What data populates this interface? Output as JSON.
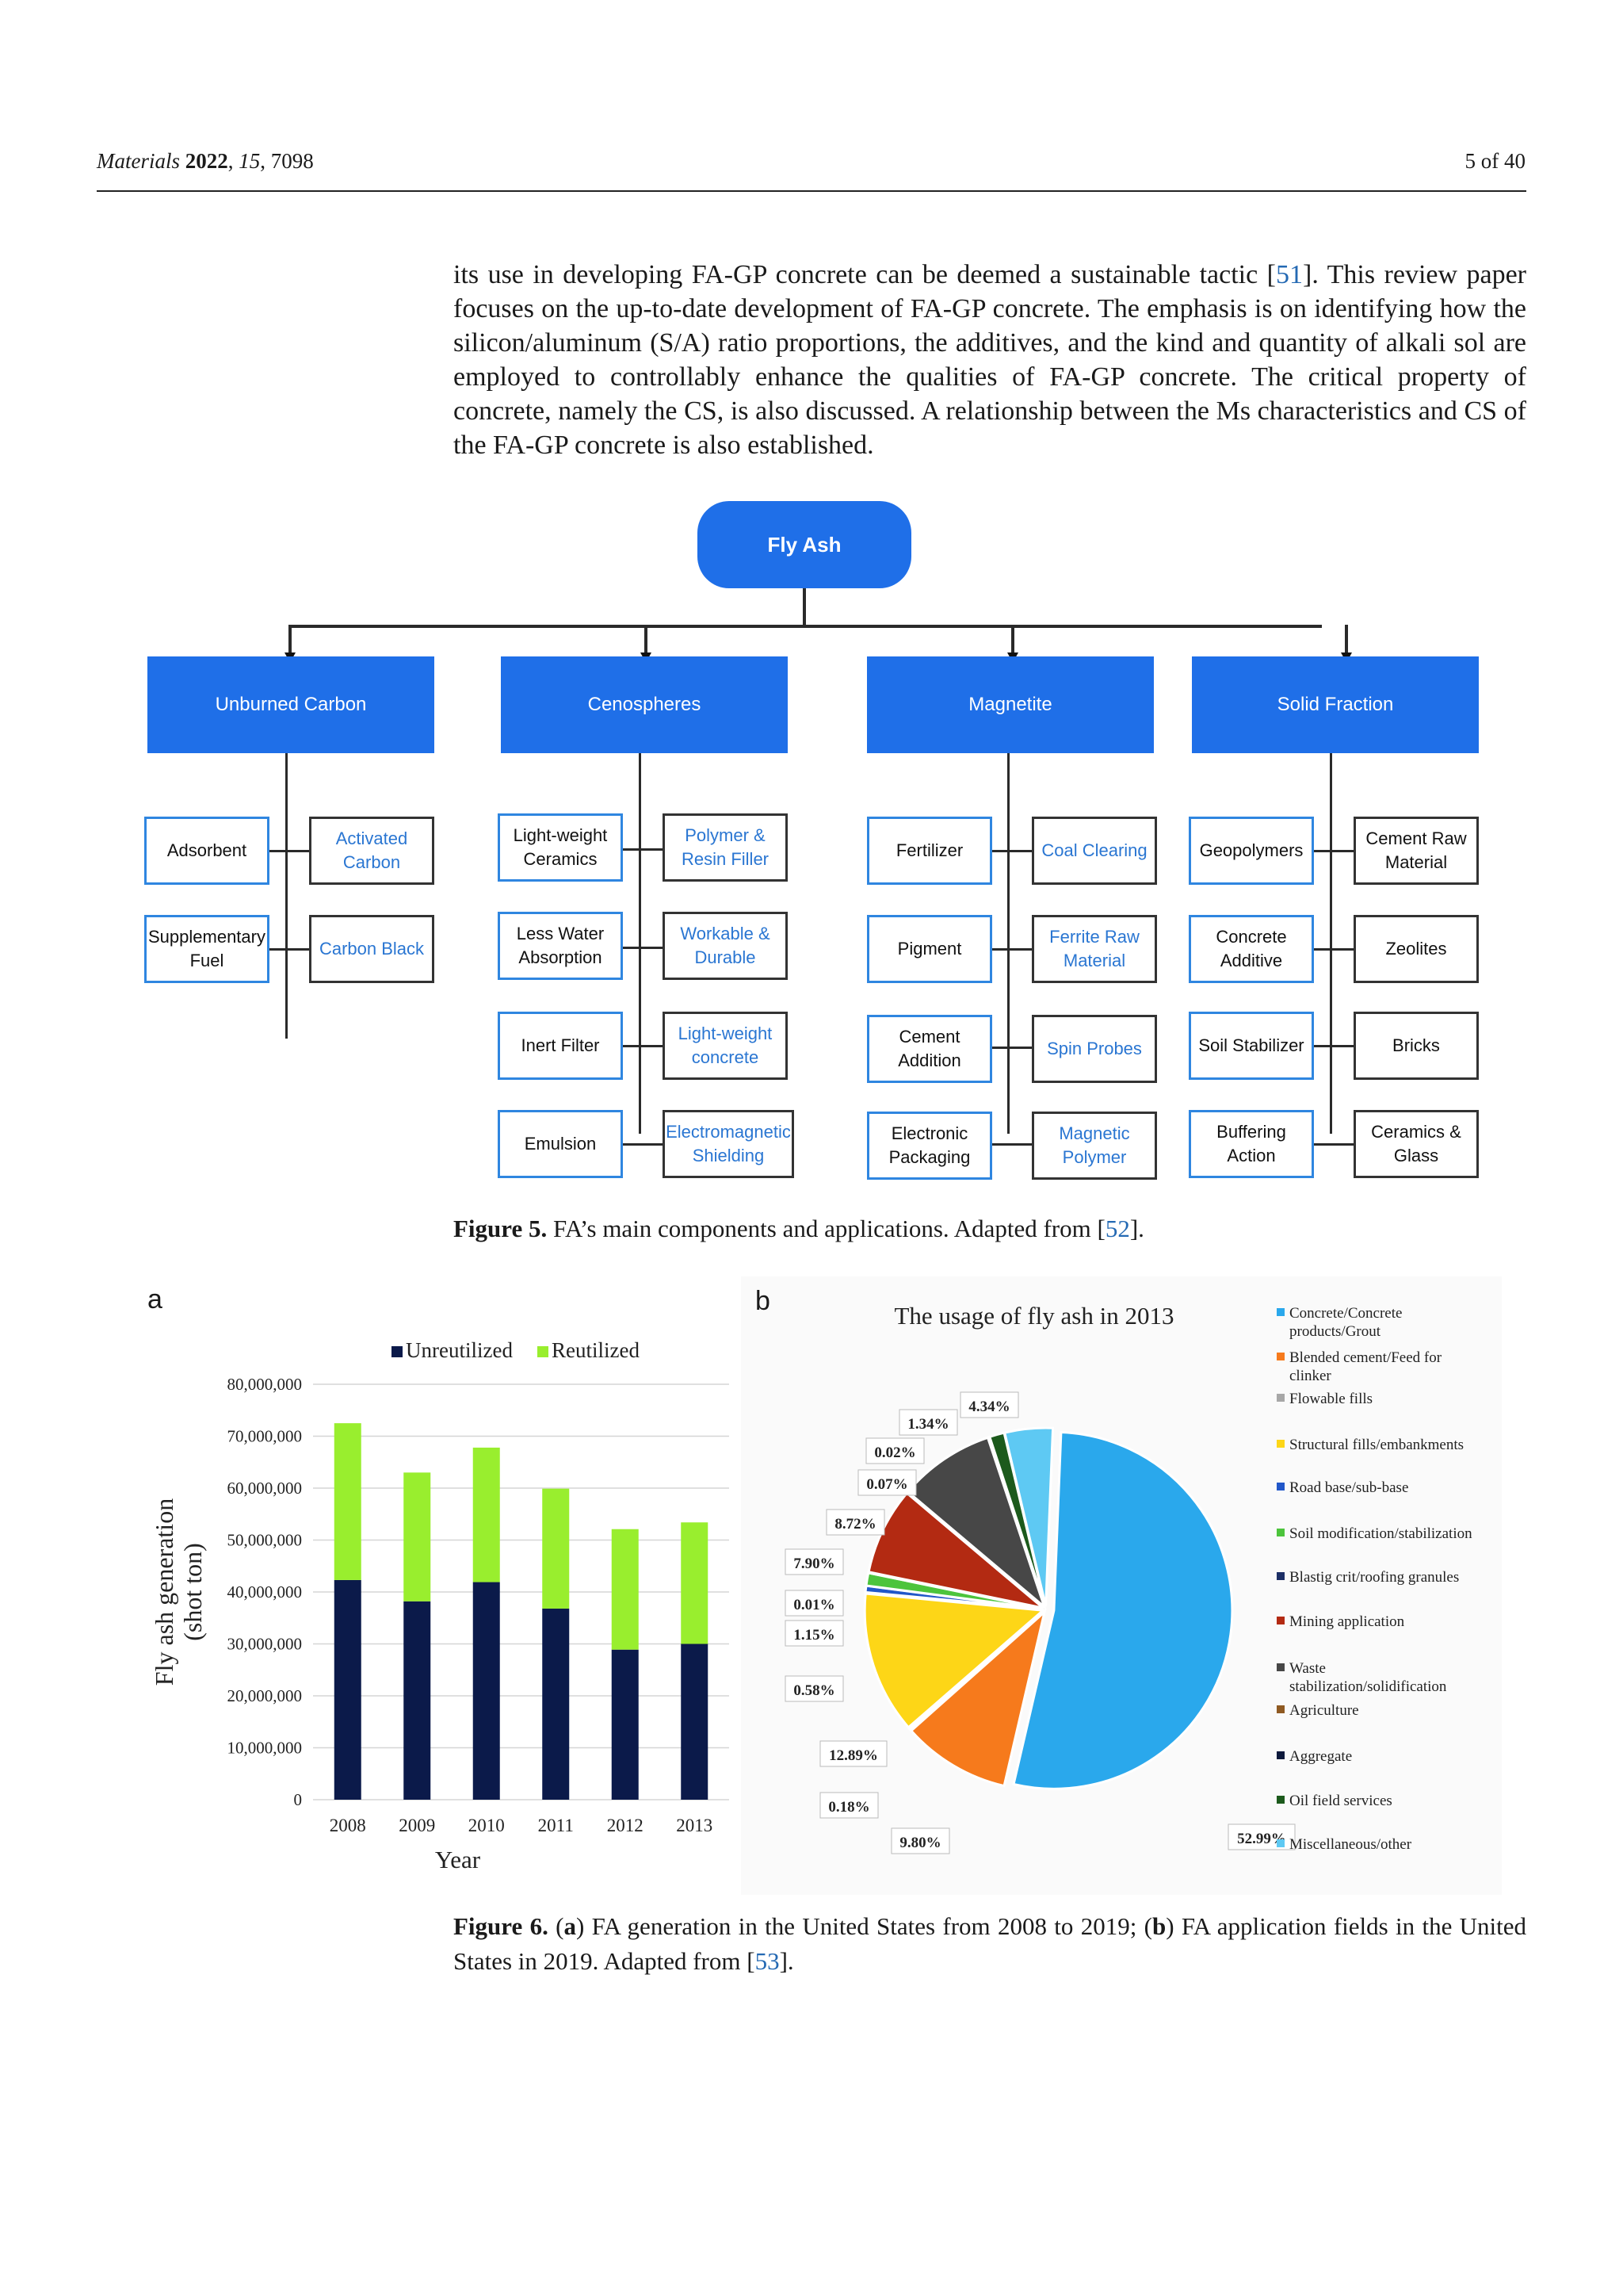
{
  "header": {
    "journal": "Materials",
    "year": "2022",
    "volume": "15",
    "article": "7098",
    "page": "5 of 40"
  },
  "paragraph": {
    "p1": "its use in developing FA-GP concrete can be deemed a sustainable tactic [",
    "cite1": "51",
    "p2": "]. This review paper focuses on the up-to-date development of FA-GP concrete. The emphasis is on identifying how the silicon/aluminum (S/A) ratio proportions, the additives, and the kind and quantity of alkali sol are employed to controllably enhance the qualities of FA-GP concrete. The critical property of concrete, namely the CS, is also discussed. A relationship between the Ms characteristics and CS of the FA-GP concrete is also established."
  },
  "diagram": {
    "root": "Fly Ash",
    "columns": [
      {
        "title": "Unburned Carbon",
        "left": [
          "Adsorbent",
          "Supplementary Fuel"
        ],
        "right": [
          "Activated Carbon",
          "Carbon Black"
        ]
      },
      {
        "title": "Cenospheres",
        "left": [
          "Light-weight Ceramics",
          "Less Water Absorption",
          "Inert Filter",
          "Emulsion"
        ],
        "right": [
          "Polymer & Resin Filler",
          "Workable & Durable",
          "Light-weight concrete",
          "Electromagnetic Shielding"
        ]
      },
      {
        "title": "Magnetite",
        "left": [
          "Fertilizer",
          "Pigment",
          "Cement Addition",
          "Electronic Packaging"
        ],
        "right": [
          "Coal Clearing",
          "Ferrite Raw Material",
          "Spin Probes",
          "Magnetic Polymer"
        ]
      },
      {
        "title": "Solid Fraction",
        "left": [
          "Geopolymers",
          "Concrete Additive",
          "Soil Stabilizer",
          "Buffering Action"
        ],
        "right": [
          "Cement Raw Material",
          "Zeolites",
          "Bricks",
          "Ceramics & Glass"
        ]
      }
    ]
  },
  "figure5_caption": {
    "label": "Figure 5.",
    "text": " FA’s main components and applications. Adapted from [",
    "cite": "52",
    "end": "]."
  },
  "figure6_caption": {
    "label": "Figure 6.",
    "t1": " (",
    "a": "a",
    "t2": ") FA generation in the United States from 2008 to 2019; (",
    "b": "b",
    "t3": ") FA application fields in the United States in 2019. Adapted from [",
    "cite": "53",
    "end": "]."
  },
  "chart_data": [
    {
      "panel": "a",
      "type": "bar",
      "stacked": true,
      "categories": [
        "2008",
        "2009",
        "2010",
        "2011",
        "2012",
        "2013"
      ],
      "series": [
        {
          "name": "Unreutilized",
          "color": "#0b1a4a",
          "values": [
            42300000,
            38200000,
            41900000,
            36800000,
            28900000,
            30000000
          ]
        },
        {
          "name": "Reutilized",
          "color": "#99ee2e",
          "values": [
            30200000,
            24800000,
            25900000,
            23100000,
            23200000,
            23400000
          ]
        }
      ],
      "xlabel": "Year",
      "ylabel": "Fly ash generation (shot ton)",
      "ylim": [
        0,
        80000000
      ],
      "yticks": [
        "0",
        "10,000,000",
        "20,000,000",
        "30,000,000",
        "40,000,000",
        "50,000,000",
        "60,000,000",
        "70,000,000",
        "80,000,000"
      ],
      "legend": "top",
      "grid": true
    },
    {
      "panel": "b",
      "type": "pie",
      "title": "The usage of fly ash in 2013",
      "legend": "right",
      "slices": [
        {
          "name": "Concrete/Concrete products/Grout",
          "value": 52.99,
          "label": "52.99%",
          "color": "#2aa8ec"
        },
        {
          "name": "Blended cement/Feed for clinker",
          "value": 9.8,
          "label": "9.80%",
          "color": "#f67a1c"
        },
        {
          "name": "Flowable fills",
          "value": 0.18,
          "label": "0.18%",
          "color": "#a7a7a7"
        },
        {
          "name": "Structural fills/embankments",
          "value": 12.89,
          "label": "12.89%",
          "color": "#fdd617"
        },
        {
          "name": "Road base/sub-base",
          "value": 0.58,
          "label": "0.58%",
          "color": "#2157c9"
        },
        {
          "name": "Soil modification/stabilization",
          "value": 1.15,
          "label": "1.15%",
          "color": "#4cc43c"
        },
        {
          "name": "Blastig crit/roofing granules",
          "value": 0.01,
          "label": "0.01%",
          "color": "#1c2f66"
        },
        {
          "name": "Mining application",
          "value": 7.9,
          "label": "7.90%",
          "color": "#b32a12"
        },
        {
          "name": "Waste stabilization/solidification",
          "value": 8.72,
          "label": "8.72%",
          "color": "#474747"
        },
        {
          "name": "Agriculture",
          "value": 0.07,
          "label": "0.07%",
          "color": "#8f5a22"
        },
        {
          "name": "Aggregate",
          "value": 0.02,
          "label": "0.02%",
          "color": "#0d1a3c"
        },
        {
          "name": "Oil field services",
          "value": 1.34,
          "label": "1.34%",
          "color": "#1c5a1c"
        },
        {
          "name": "Miscellaneous/other",
          "value": 4.34,
          "label": "4.34%",
          "color": "#5ec9f3"
        }
      ]
    }
  ]
}
